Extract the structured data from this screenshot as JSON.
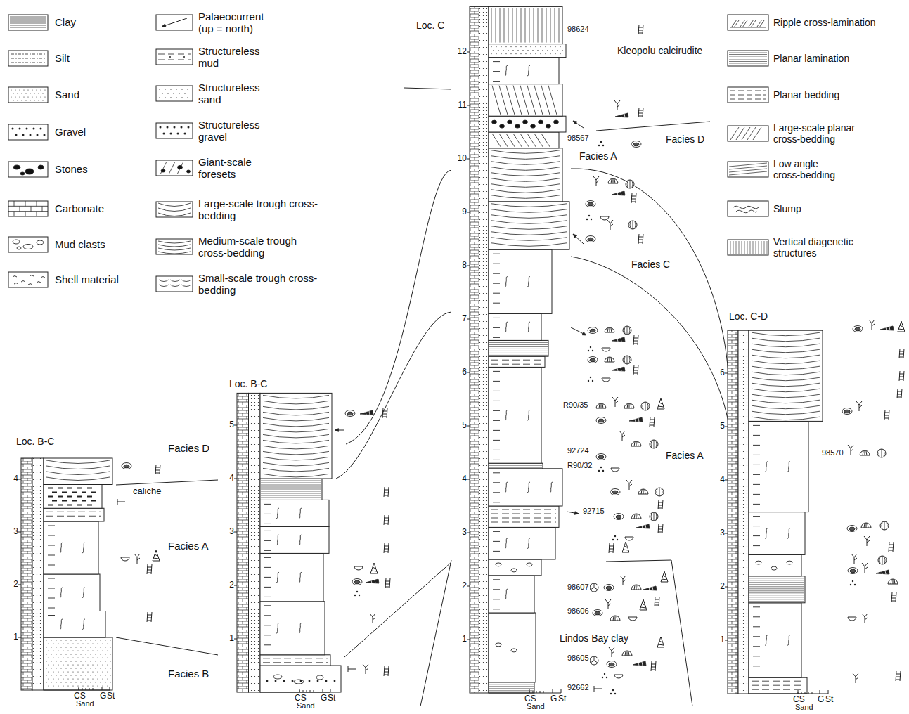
{
  "diagram": {
    "labels": [
      "Loc. B-C",
      "4",
      "3",
      "2",
      "1",
      "caliche",
      "Facies D",
      "Facies A",
      "Facies B",
      "CS",
      "Sand",
      "G",
      "St",
      "Loc. B-C",
      "5",
      "4",
      "3",
      "2",
      "1",
      "CS",
      "Sand",
      "G",
      "St",
      "Loc. C",
      "12",
      "11",
      "10",
      "9",
      "8",
      "7",
      "6",
      "5",
      "4",
      "3",
      "2",
      "1",
      "98624",
      "Kleopolu calcirudite",
      "98567",
      "Facies D",
      "Facies A",
      "Facies C",
      "R90/35",
      "92724",
      "Facies A",
      "R90/32",
      "92715",
      "98607",
      "98606",
      "Lindos Bay clay",
      "98605",
      "92662",
      "CS",
      "Sand",
      "G",
      "St",
      "Loc. C-D",
      "6",
      "5",
      "4",
      "3",
      "2",
      "1",
      "98570",
      "CS",
      "Sand",
      "G",
      "St"
    ],
    "legend": [
      {
        "text": "Clay"
      },
      {
        "text": "Silt"
      },
      {
        "text": "Sand"
      },
      {
        "text": "Gravel"
      },
      {
        "text": "Stones"
      },
      {
        "text": "Carbonate"
      },
      {
        "text": "Mud clasts"
      },
      {
        "text": "Shell material"
      },
      {
        "text": "Palaeocurrent (up = north)"
      },
      {
        "text": "Structureless mud"
      },
      {
        "text": "Structureless sand"
      },
      {
        "text": "Structureless gravel"
      },
      {
        "text": "Giant-scale foresets"
      },
      {
        "text": "Large-scale trough cross-bedding"
      },
      {
        "text": "Medium-scale trough cross-bedding"
      },
      {
        "text": "Small-scale trough cross-bedding"
      },
      {
        "text": "Ripple cross-lamination"
      },
      {
        "text": "Planar lamination"
      },
      {
        "text": "Planar bedding"
      },
      {
        "text": "Large-scale planar cross-bedding"
      },
      {
        "text": "Low angle cross-bedding"
      },
      {
        "text": "Slump"
      },
      {
        "text": "Vertical diagenetic structures"
      }
    ]
  }
}
